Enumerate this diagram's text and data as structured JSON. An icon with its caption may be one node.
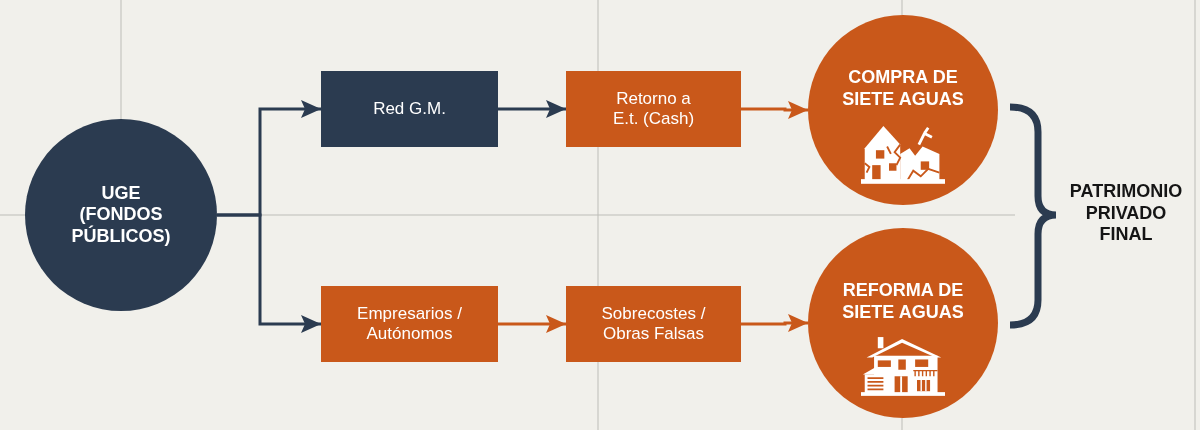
{
  "diagram": {
    "nodes": [
      {
        "text": [
          "UGE (FONDOS PÚBLICOS)"
        ]
      },
      {
        "text": [
          "Red G.M."
        ]
      },
      {
        "text": [
          "Retorno a E.t. (Cash)"
        ]
      },
      {
        "text": [
          "COMPRA DE SIETE AGUAS"
        ]
      },
      {
        "text": [
          "Empresarios / Autónomos"
        ]
      },
      {
        "text": [
          "Sobrecostes / Obras Falsas"
        ]
      },
      {
        "text": [
          "REFORMA DE SIETE AGUAS"
        ]
      }
    ],
    "edges": [
      {
        "from": 0,
        "to": 1,
        "arrow": "to"
      },
      {
        "from": 0,
        "to": 4,
        "arrow": "to"
      },
      {
        "from": 1,
        "to": 2,
        "arrow": "to"
      },
      {
        "from": 4,
        "to": 5,
        "arrow": "to",
        "color": "#c9581a"
      },
      {
        "from": 2,
        "to": 3,
        "arrow": "to",
        "color": "#c9581a"
      },
      {
        "from": 5,
        "to": 6,
        "arrow": "to",
        "color": "#c9581a"
      }
    ],
    "labels": [
      "PATRIMONIO PRIVADO FINAL"
    ]
  }
}
